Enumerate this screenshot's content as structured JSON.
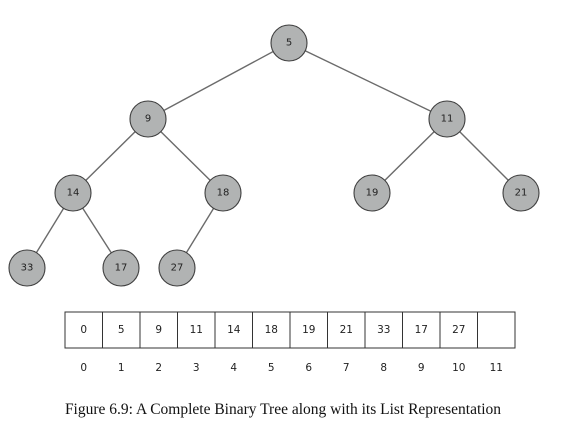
{
  "tree": {
    "nodes": [
      {
        "id": "n0",
        "label": "5"
      },
      {
        "id": "n1",
        "label": "9"
      },
      {
        "id": "n2",
        "label": "11"
      },
      {
        "id": "n3",
        "label": "14"
      },
      {
        "id": "n4",
        "label": "18"
      },
      {
        "id": "n5",
        "label": "19"
      },
      {
        "id": "n6",
        "label": "21"
      },
      {
        "id": "n7",
        "label": "33"
      },
      {
        "id": "n8",
        "label": "17"
      },
      {
        "id": "n9",
        "label": "27"
      }
    ],
    "edges": [
      [
        "n0",
        "n1"
      ],
      [
        "n0",
        "n2"
      ],
      [
        "n1",
        "n3"
      ],
      [
        "n1",
        "n4"
      ],
      [
        "n2",
        "n5"
      ],
      [
        "n2",
        "n6"
      ],
      [
        "n3",
        "n7"
      ],
      [
        "n3",
        "n8"
      ],
      [
        "n4",
        "n9"
      ]
    ]
  },
  "list": {
    "values": [
      "0",
      "5",
      "9",
      "11",
      "14",
      "18",
      "19",
      "21",
      "33",
      "17",
      "27",
      ""
    ],
    "indices": [
      "0",
      "1",
      "2",
      "3",
      "4",
      "5",
      "6",
      "7",
      "8",
      "9",
      "10",
      "11"
    ]
  },
  "caption": "Figure 6.9: A Complete Binary Tree along with its List Representation"
}
